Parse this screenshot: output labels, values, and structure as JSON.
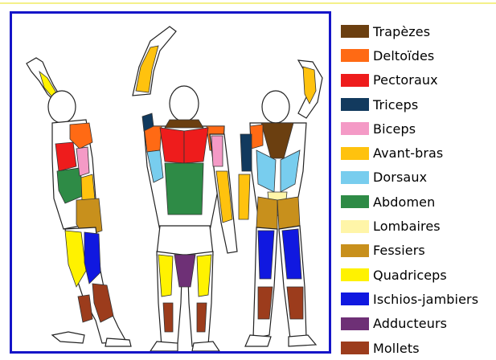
{
  "legend": {
    "items": [
      {
        "label": "Trapèzes",
        "color": "#6b3f10"
      },
      {
        "label": "Deltoïdes",
        "color": "#ff6a14"
      },
      {
        "label": "Pectoraux",
        "color": "#ee1c1c"
      },
      {
        "label": "Triceps",
        "color": "#123a5e"
      },
      {
        "label": "Biceps",
        "color": "#f49ac6"
      },
      {
        "label": "Avant-bras",
        "color": "#ffc20e"
      },
      {
        "label": "Dorsaux",
        "color": "#78cdee"
      },
      {
        "label": "Abdomen",
        "color": "#2e8b46"
      },
      {
        "label": "Lombaires",
        "color": "#fff5a8"
      },
      {
        "label": "Fessiers",
        "color": "#c8901c"
      },
      {
        "label": "Quadriceps",
        "color": "#fff200"
      },
      {
        "label": "Ischios-jambiers",
        "color": "#1018e0"
      },
      {
        "label": "Adducteurs",
        "color": "#6e3076"
      },
      {
        "label": "Mollets",
        "color": "#9c3c1c"
      }
    ]
  },
  "figures": {
    "frame_color": "#1515c8",
    "views": [
      "side-view",
      "front-view",
      "back-view"
    ]
  }
}
